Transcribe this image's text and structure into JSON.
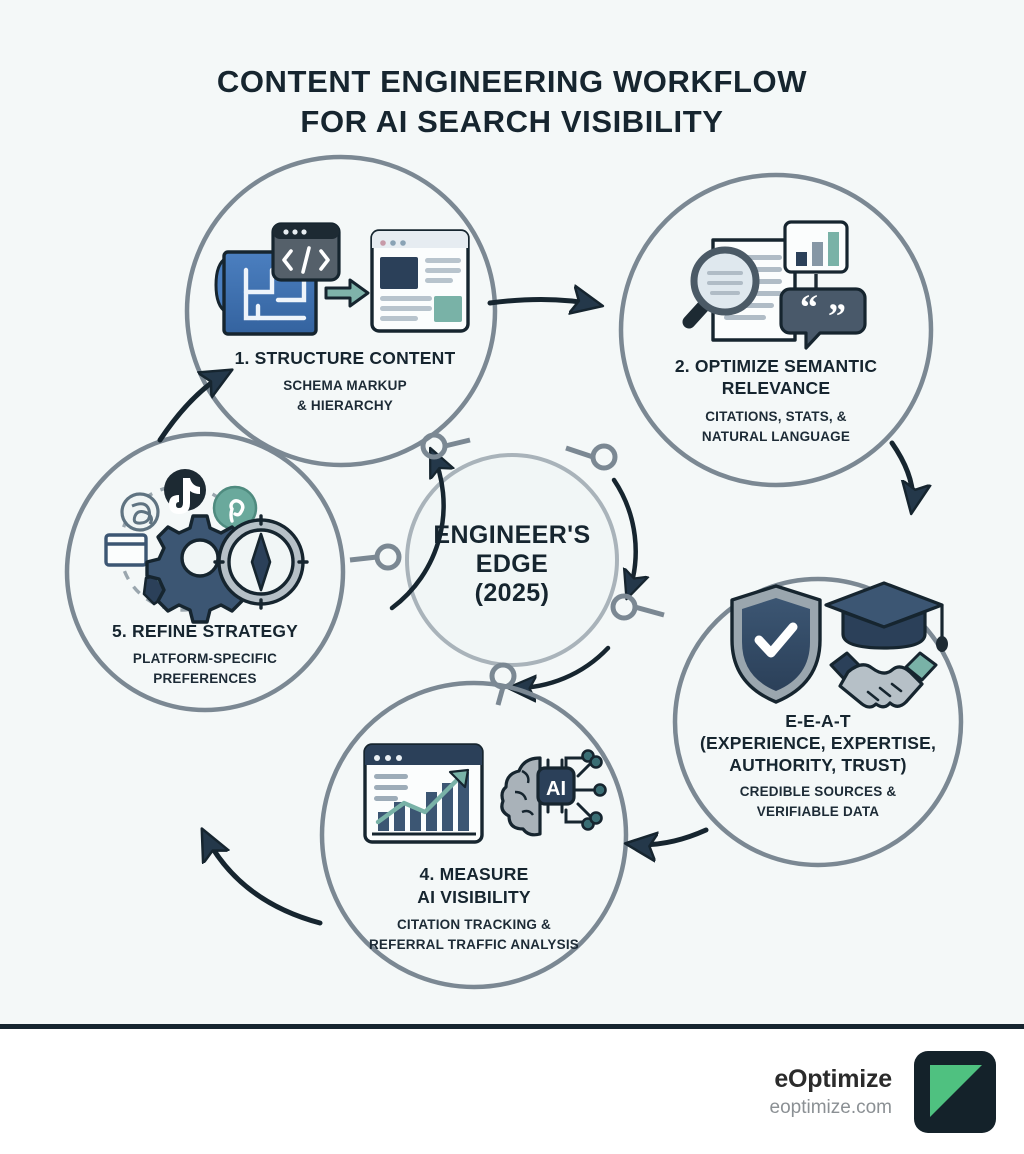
{
  "header": {
    "title_line1": "CONTENT ENGINEERING WORKFLOW",
    "title_line2": "FOR AI SEARCH VISIBILITY"
  },
  "hub": {
    "line1": "ENGINEER'S",
    "line2": "EDGE",
    "line3": "(2025)"
  },
  "nodes": [
    {
      "id": "structure-content",
      "title": "1. STRUCTURE CONTENT",
      "sub_lines": [
        "SCHEMA MARKUP",
        "& HIERARCHY"
      ],
      "icons": [
        "blueprint-icon",
        "code-window-icon",
        "arrow-right-icon",
        "webpage-layout-icon"
      ]
    },
    {
      "id": "optimize-semantic-relevance",
      "title_lines": [
        "2. OPTIMIZE SEMANTIC",
        "RELEVANCE"
      ],
      "sub_lines": [
        "CITATIONS, STATS, &",
        "NATURAL LANGUAGE"
      ],
      "icons": [
        "magnifier-icon",
        "document-icon",
        "bar-chart-icon",
        "quote-bubble-icon"
      ]
    },
    {
      "id": "e-e-a-t",
      "title_lines": [
        "E-E-A-T",
        "(EXPERIENCE, EXPERTISE,",
        "AUTHORITY, TRUST)"
      ],
      "sub_lines": [
        "CREDIBLE SOURCES &",
        "VERIFIABLE DATA"
      ],
      "icons": [
        "shield-check-icon",
        "graduation-cap-icon",
        "handshake-icon"
      ]
    },
    {
      "id": "measure-ai-visibility",
      "title_lines": [
        "4. MEASURE",
        "AI VISIBILITY"
      ],
      "sub_lines": [
        "CITATION TRACKING &",
        "REFERRAL TRAFFIC ANALYSIS"
      ],
      "icons": [
        "analytics-window-icon",
        "ai-brain-chip-icon"
      ]
    },
    {
      "id": "refine-strategy",
      "title": "5. REFINE STRATEGY",
      "sub_lines": [
        "PLATFORM-SPECIFIC",
        "PREFERENCES"
      ],
      "icons": [
        "gear-icon",
        "compass-icon",
        "tiktok-icon",
        "pinterest-icon",
        "threads-icon",
        "window-icon",
        "app-icon"
      ]
    }
  ],
  "footer": {
    "brand_name": "eOptimize",
    "brand_url": "eoptimize.com",
    "logo_name": "eoptimize-logo"
  },
  "colors": {
    "background": "#f4f8f8",
    "ink": "#16252f",
    "circle_stroke": "#7b8893",
    "accent_teal": "#7fb3aa",
    "accent_blue": "#3c6ba8",
    "brand_green": "#4fc180",
    "brand_dark": "#14222a"
  }
}
